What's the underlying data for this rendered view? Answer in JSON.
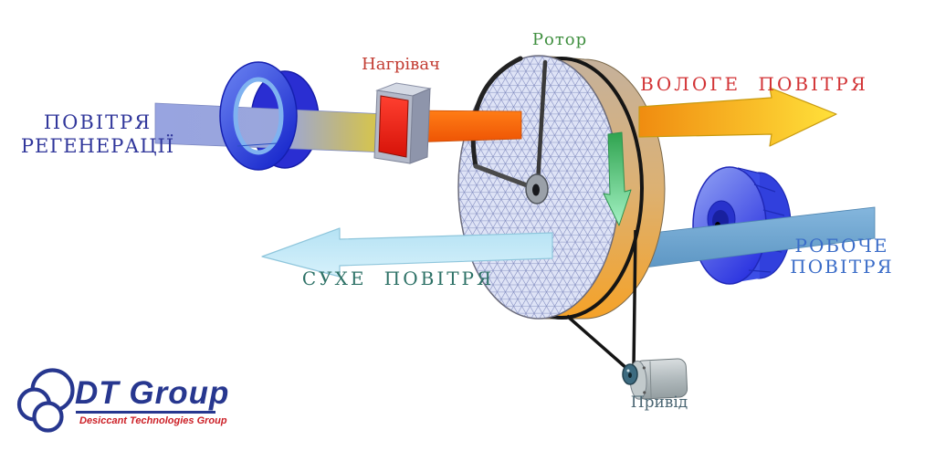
{
  "labels": {
    "regeneration_air_line1": "ПОВІТРЯ",
    "regeneration_air_line2": "РЕГЕНЕРАЦІЇ",
    "heater": "Нагрівач",
    "rotor": "Ротор",
    "humid_air": "ВОЛОГЕ ПОВІТРЯ",
    "dry_air": "СУХЕ ПОВІТРЯ",
    "working_air_line1": "РОБОЧЕ",
    "working_air_line2": "ПОВІТРЯ",
    "drive": "Привід"
  },
  "logo": {
    "name": "DT Group",
    "tagline": "Desiccant Technologies Group"
  },
  "colors": {
    "regeneration_text": "#31379b",
    "heater_text": "#c23b31",
    "rotor_text": "#3f8f3f",
    "humid_text": "#d23335",
    "dry_text": "#2d7166",
    "working_text": "#3a6cc8",
    "drive_text": "#4a6572",
    "logo_blue": "#27378f",
    "logo_red": "#cc2027",
    "regeneration_duct": "#98a4e0",
    "hot_duct": "#f25f07",
    "humid_arrow_start": "#f08c10",
    "humid_arrow_end": "#ffe13a",
    "dry_arrow": "#c3e9f8",
    "working_duct": "#74a9d4",
    "rotor_face": "#dee3f6",
    "rotor_rim_top": "#c4b19d",
    "rotor_rim_bottom": "#f5a228",
    "fan_blue": "#2b33de",
    "rotation_arrow_green": "#3fae62"
  }
}
